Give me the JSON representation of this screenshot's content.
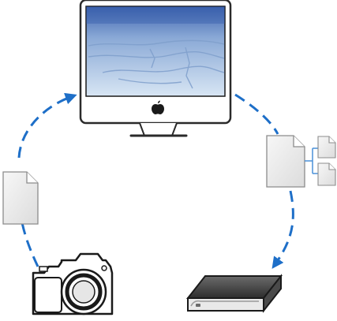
{
  "diagram": {
    "nodes": [
      {
        "id": "computer",
        "icon": "imac-icon"
      },
      {
        "id": "camera",
        "icon": "dslr-camera-icon"
      },
      {
        "id": "drive",
        "icon": "external-drive-icon"
      },
      {
        "id": "file-single",
        "icon": "document-icon"
      },
      {
        "id": "file-split",
        "icon": "document-split-icon"
      }
    ],
    "edges": [
      {
        "from": "camera",
        "to": "computer",
        "via": "file-single",
        "style": "dashed-arrow"
      },
      {
        "from": "computer",
        "to": "drive",
        "via": "file-split",
        "style": "dashed-arrow"
      }
    ],
    "colors": {
      "arrow": "#1e6fc8",
      "frame": "#2a2a2a",
      "screen_sky": "#5b7fc0",
      "screen_ice": "#c9dcef",
      "document": "#eeeeee",
      "document_split_line": "#4a90d9"
    }
  }
}
